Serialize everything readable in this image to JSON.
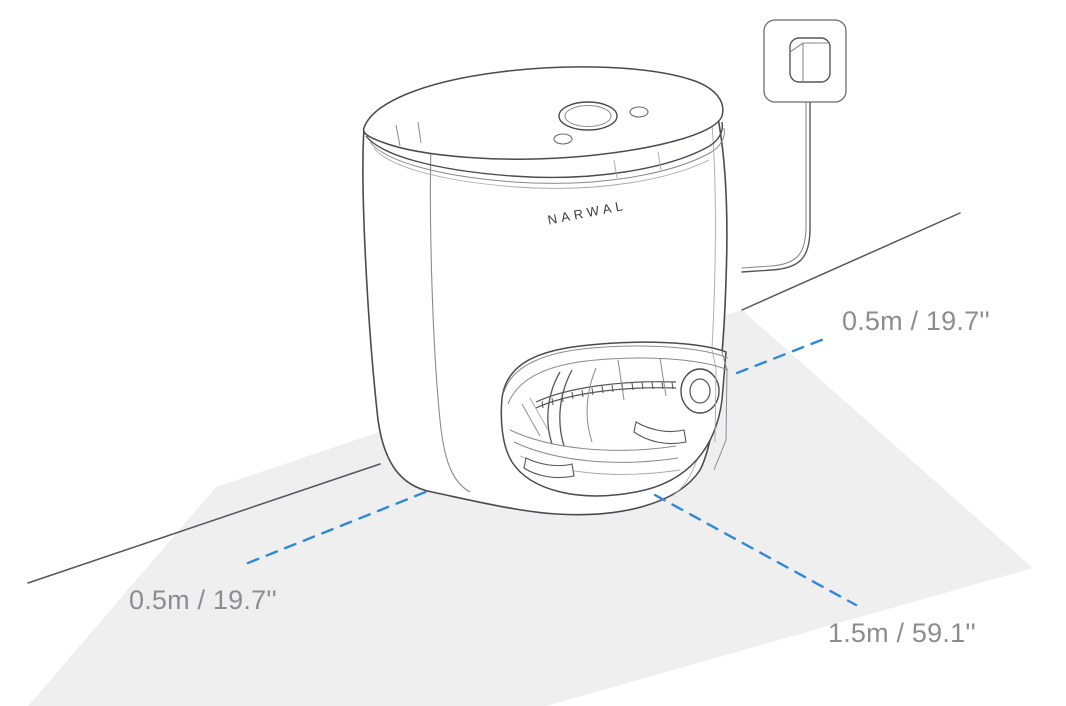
{
  "illustration": {
    "subject": "Narwal robot vacuum base station clearance diagram",
    "brand_text": "NARWAL",
    "colors": {
      "background": "#ffffff",
      "outline": "#4a4a52",
      "outline_light": "#8a8a92",
      "floor_zone_fill": "#efefef",
      "dashed_guide": "#2f88d8",
      "label_text": "#8c8c92",
      "wall_line": "#55555d"
    }
  },
  "dimensions": {
    "left_clearance": "0.5m / 19.7''",
    "top_right_clearance": "0.5m / 19.7''",
    "front_clearance": "1.5m / 59.1''"
  },
  "parts": {
    "base_station": "base-station-body",
    "lid": "base-station-lid",
    "lid_button": "power-button",
    "indicator_left": "indicator-light-left",
    "indicator_right": "indicator-light-right",
    "dock_cavity": "dock-bay-cavity",
    "charging_port": "charging-port",
    "power_cord": "power-cord",
    "wall_outlet": "wall-outlet-plate",
    "plug": "power-plug"
  },
  "floor": {
    "zone_name": "required-clearance-zone",
    "wall_line_name": "wall-floor-junction"
  }
}
